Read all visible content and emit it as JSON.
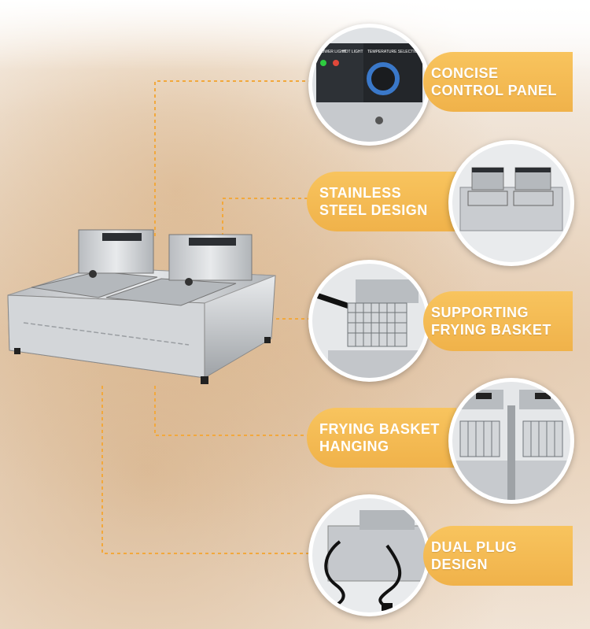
{
  "features": [
    {
      "line1": "CONCISE",
      "line2": "CONTROL PANEL",
      "icon": "control-panel-icon"
    },
    {
      "line1": "STAINLESS",
      "line2": "STEEL DESIGN",
      "icon": "steel-fryer-icon"
    },
    {
      "line1": "SUPPORTING",
      "line2": "FRYING BASKET",
      "icon": "frying-basket-icon"
    },
    {
      "line1": "FRYING BASKET",
      "line2": "HANGING",
      "icon": "hanging-basket-icon"
    },
    {
      "line1": "DUAL PLUG",
      "line2": "DESIGN",
      "icon": "power-plug-icon"
    }
  ],
  "panel_labels": {
    "power_light": "POWER LIGHT",
    "heat_light": "HOT LIGHT",
    "temperature": "TEMPERATURE SELECTION"
  },
  "colors": {
    "accent": "#f5bb53",
    "connector": "#f2a83c",
    "steel": "#c9ccd0"
  }
}
